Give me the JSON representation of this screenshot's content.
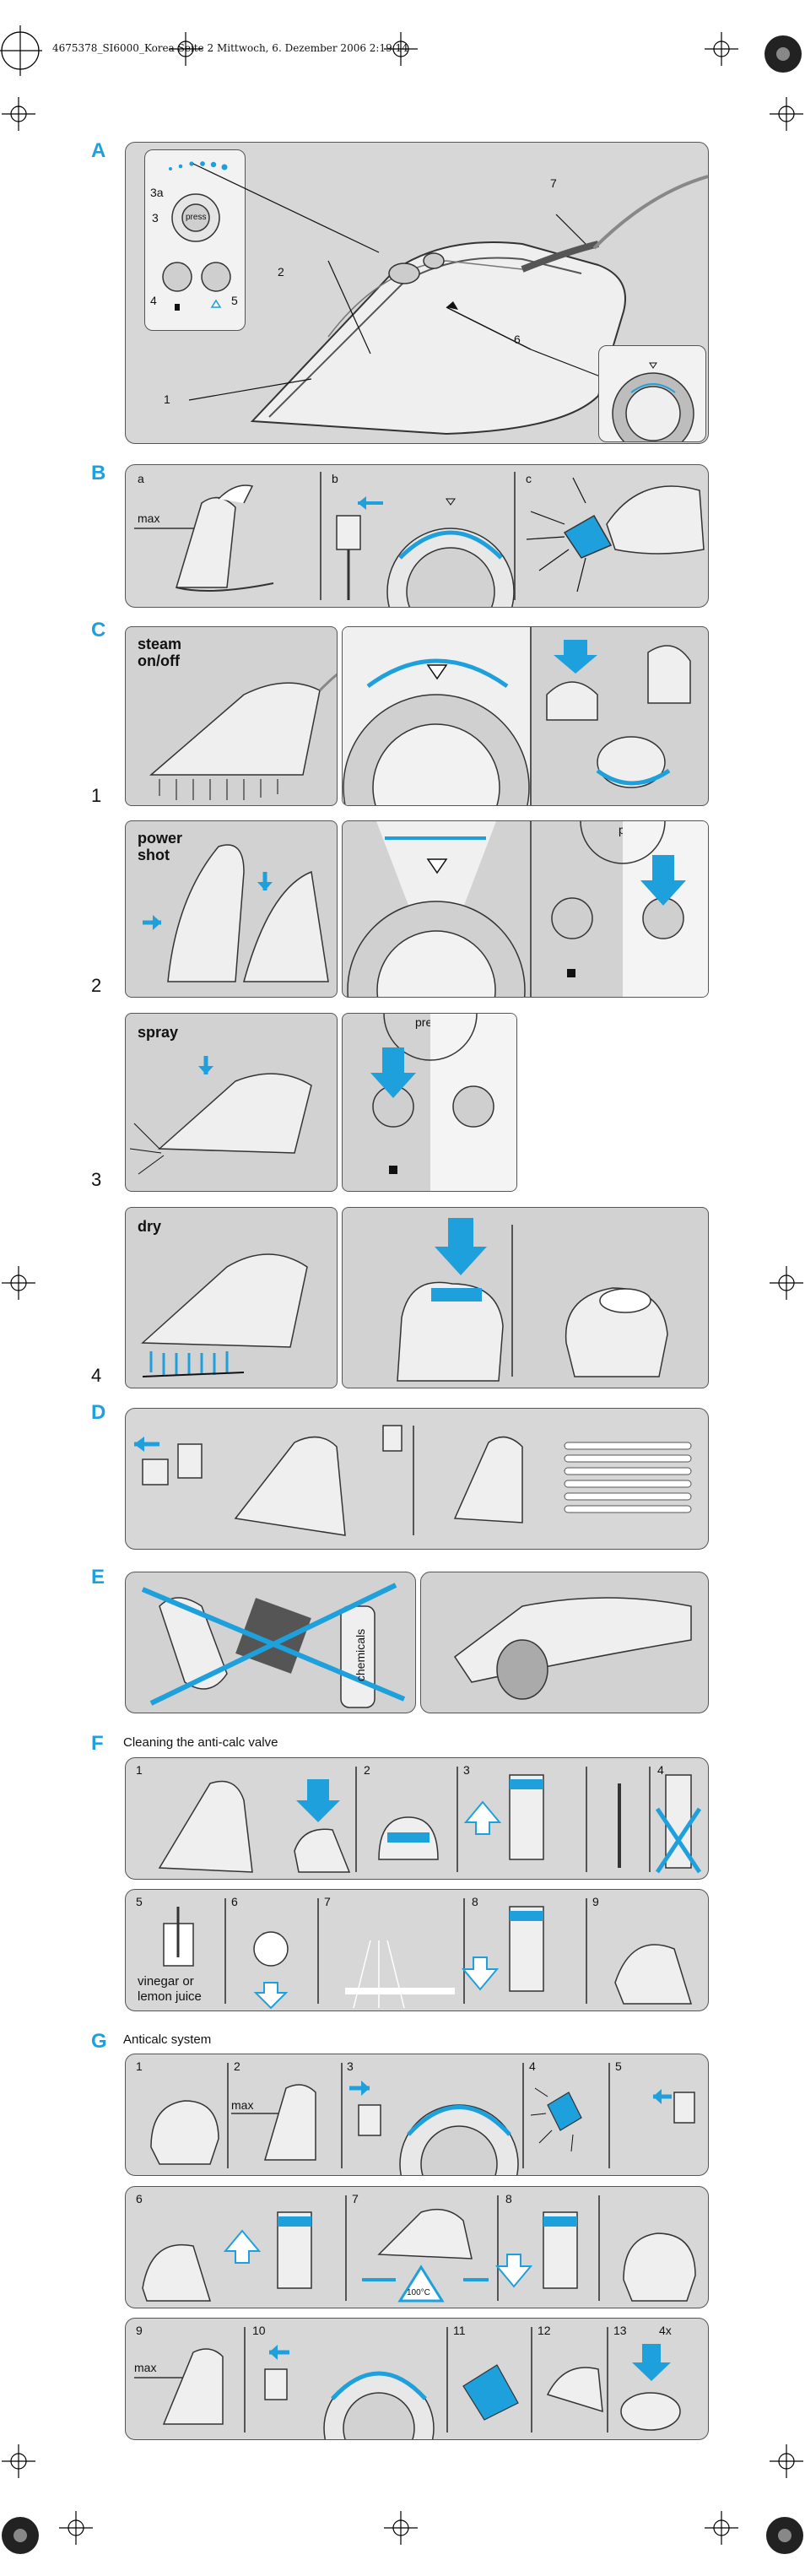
{
  "meta_line": "4675378_SI6000_Korea  Seite 2  Mittwoch, 6. Dezember 2006  2:19 14",
  "sections": {
    "A": {
      "letter": "A",
      "labels": [
        "3a",
        "3",
        "4",
        "5",
        "1",
        "2",
        "6",
        "7"
      ],
      "press": "press"
    },
    "B": {
      "letter": "B",
      "sub": [
        "a",
        "b",
        "c"
      ],
      "max": "max"
    },
    "C": {
      "letter": "C",
      "rows": [
        {
          "num": "1",
          "title_lines": [
            "steam",
            "on/off"
          ]
        },
        {
          "num": "2",
          "title_lines": [
            "power",
            "shot"
          ],
          "press": "press"
        },
        {
          "num": "3",
          "title_lines": [
            "spray"
          ],
          "press": "press"
        },
        {
          "num": "4",
          "title_lines": [
            "dry"
          ]
        }
      ]
    },
    "D": {
      "letter": "D"
    },
    "E": {
      "letter": "E",
      "bottle_text": "chemicals"
    },
    "F": {
      "letter": "F",
      "heading": "Cleaning the anti-calc valve",
      "row1": [
        "1",
        "2",
        "3",
        "4"
      ],
      "row2": [
        "5",
        "6",
        "7",
        "8",
        "9"
      ],
      "vinegar_lines": [
        "vinegar or",
        "lemon juice"
      ]
    },
    "G": {
      "letter": "G",
      "heading": "Anticalc system",
      "row1": [
        "1",
        "2",
        "3",
        "4",
        "5"
      ],
      "row2": [
        "6",
        "7",
        "8"
      ],
      "row3": [
        "9",
        "10",
        "11",
        "12",
        "13"
      ],
      "max": "max",
      "temp": "100°C",
      "times": "4x"
    }
  }
}
